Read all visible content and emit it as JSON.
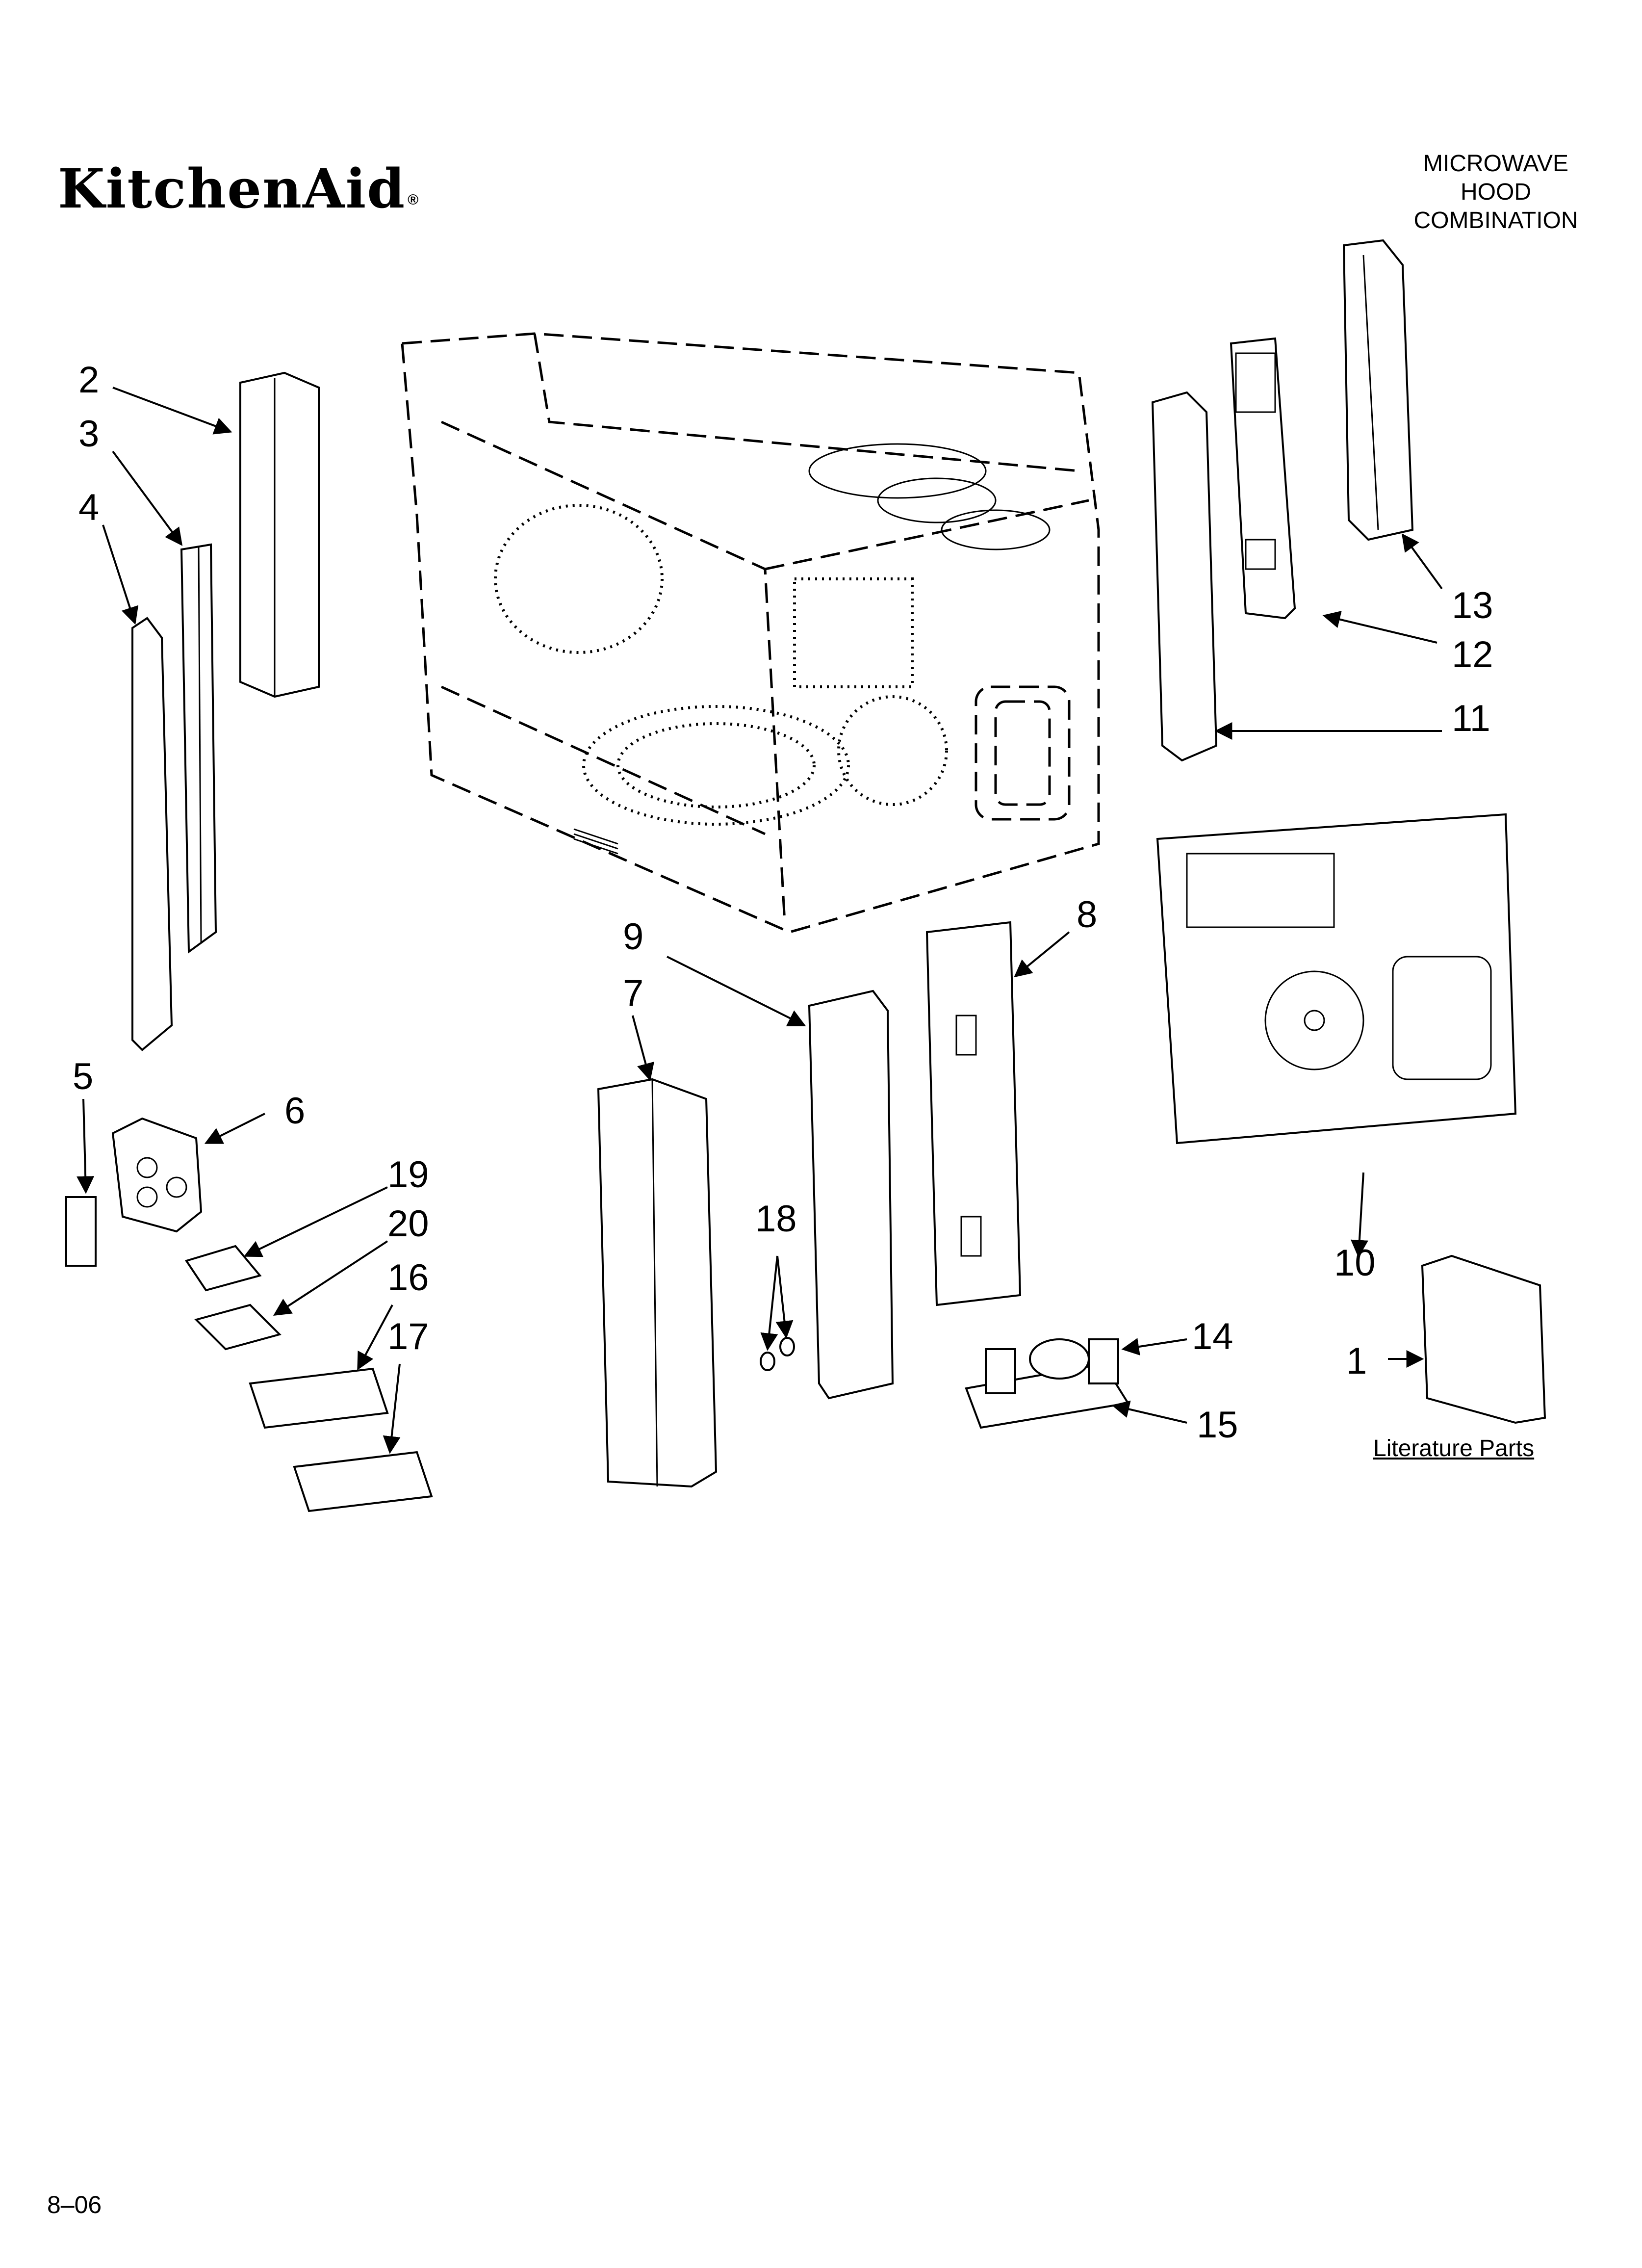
{
  "brand": {
    "logo_text": "KitchenAid",
    "registered_mark": "®"
  },
  "product": {
    "title_lines": [
      "MICROWAVE",
      "HOOD",
      "COMBINATION"
    ]
  },
  "callouts": [
    "1",
    "2",
    "3",
    "4",
    "5",
    "6",
    "7",
    "8",
    "9",
    "10",
    "11",
    "12",
    "13",
    "14",
    "15",
    "16",
    "17",
    "18",
    "19",
    "20"
  ],
  "literature_label": "Literature Parts",
  "page_code": "8–06"
}
